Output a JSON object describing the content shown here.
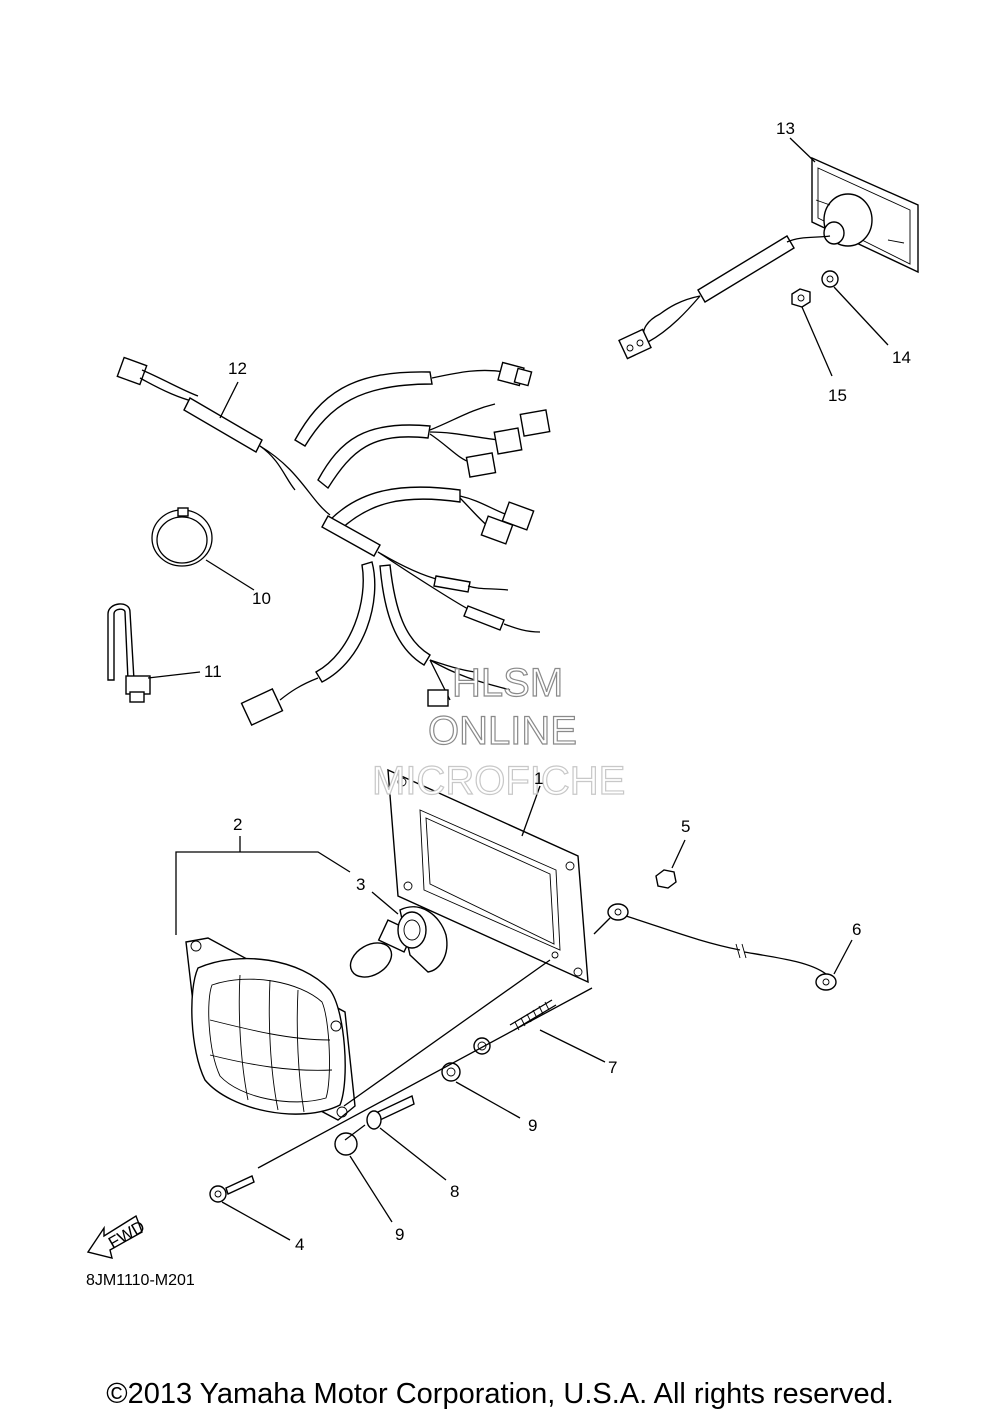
{
  "diagram": {
    "code": "8JM1110-M201",
    "fwd_label": "FWD",
    "callouts": {
      "c1": "1",
      "c2": "2",
      "c3": "3",
      "c4": "4",
      "c5": "5",
      "c6": "6",
      "c7": "7",
      "c8": "8",
      "c9a": "9",
      "c9b": "9",
      "c10": "10",
      "c11": "11",
      "c12": "12",
      "c13": "13",
      "c14": "14",
      "c15": "15"
    }
  },
  "watermark": {
    "line1": "HLSM",
    "line2": "ONLINE",
    "line3": "MICROFICHE"
  },
  "footer": {
    "copyright": "©2013 Yamaha Motor Corporation, U.S.A. All rights reserved."
  }
}
